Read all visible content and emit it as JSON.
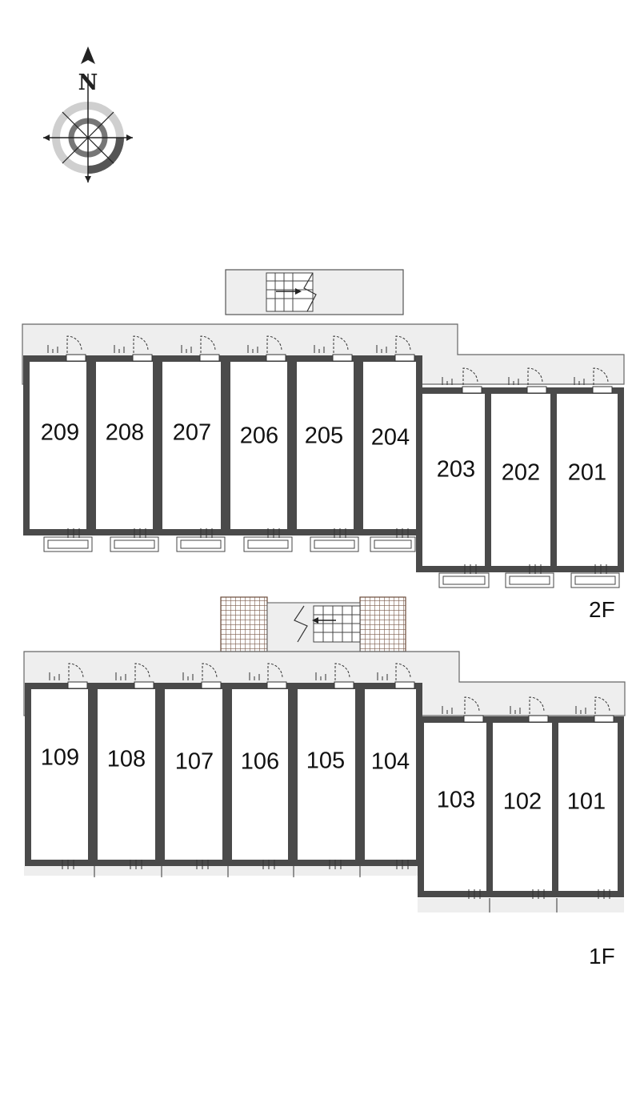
{
  "compass": {
    "north_label": "N",
    "icon": "compass-icon"
  },
  "colors": {
    "wall": "#4a4a4a",
    "corridor": "#eeeeee",
    "stair_hatch": "#8a6a5a",
    "line": "#333333"
  },
  "floors": [
    {
      "id": "2F",
      "label": "2F",
      "units": [
        "209",
        "208",
        "207",
        "206",
        "205",
        "204",
        "203",
        "202",
        "201"
      ]
    },
    {
      "id": "1F",
      "label": "1F",
      "units": [
        "109",
        "108",
        "107",
        "106",
        "105",
        "104",
        "103",
        "102",
        "101"
      ]
    }
  ]
}
